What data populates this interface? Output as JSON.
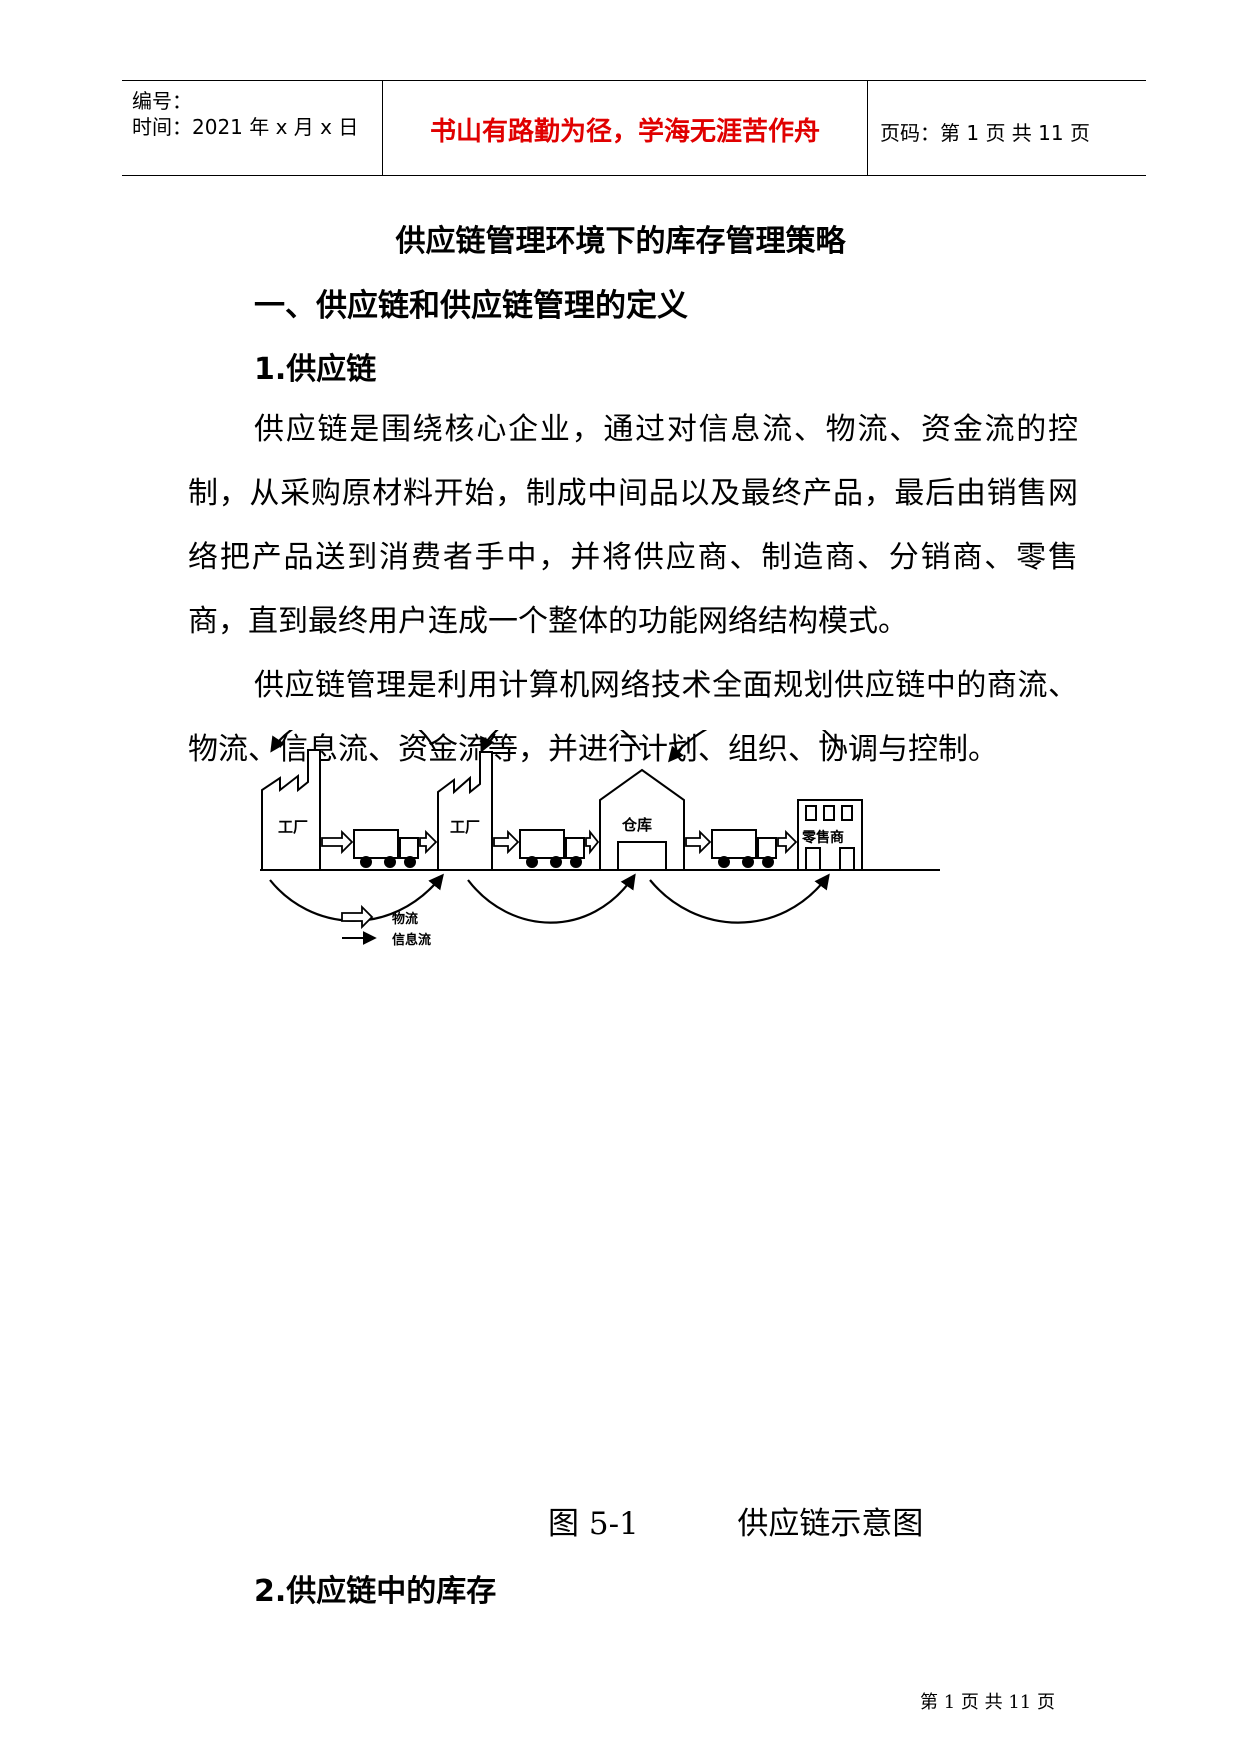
{
  "header": {
    "number_label": "编号：",
    "time_label": "时间：2021 年 x 月 x 日",
    "motto": "书山有路勤为径，学海无涯苦作舟",
    "page_label": "页码：第 1 页  共 11 页"
  },
  "document": {
    "title": "供应链管理环境下的库存管理策略",
    "heading_1": "一、供应链和供应链管理的定义",
    "heading_1_1": "1.供应链",
    "para_1": "供应链是围绕核心企业，通过对信息流、物流、资金流的控制，从采购原材料开始，制成中间品以及最终产品，最后由销售网络把产品送到消费者手中，并将供应商、制造商、分销商、零售商，直到最终用户连成一个整体的功能网络结构模式。",
    "para_2": "供应链管理是利用计算机网络技术全面规划供应链中的商流、物流、信息流、资金流等，并进行计划、组织、协调与控制。",
    "figure_caption": "图 5-1          供应链示意图",
    "heading_1_2": "2.供应链中的库存"
  },
  "diagram": {
    "factory_1_label": "工厂",
    "factory_2_label": "工厂",
    "warehouse_label": "仓库",
    "retailer_label": "零售商",
    "legend_material_flow": "物流",
    "legend_information_flow": "信息流"
  },
  "footer": {
    "page_text": "第 1 页 共 11 页"
  }
}
